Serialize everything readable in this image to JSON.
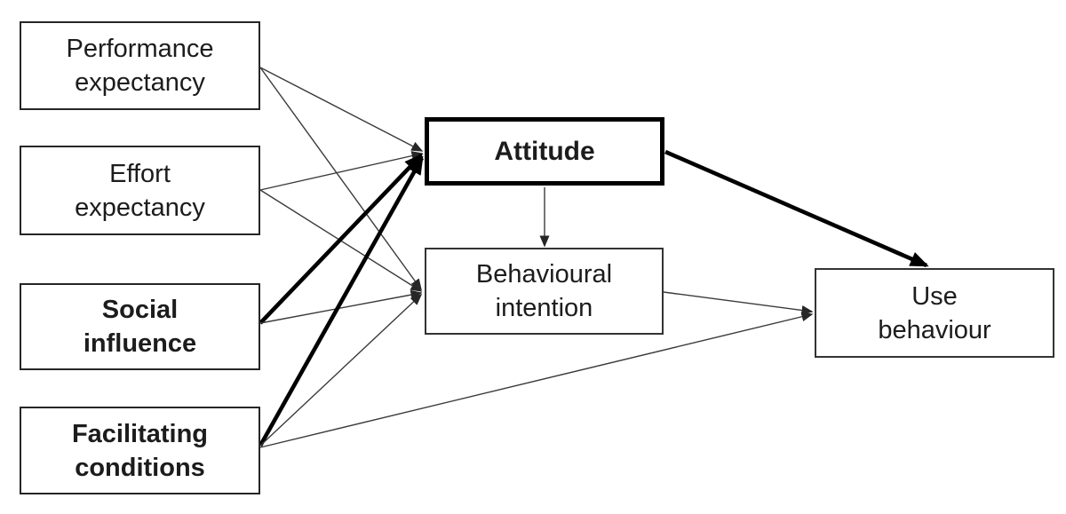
{
  "diagram": {
    "background_color": "#ffffff",
    "thin_line_color": "#3a3a3a",
    "thick_line_color": "#000000",
    "nodes": {
      "performance": {
        "lines": [
          "Performance",
          "expectancy"
        ],
        "bold": false,
        "border": "thin"
      },
      "effort": {
        "lines": [
          "Effort",
          "expectancy"
        ],
        "bold": false,
        "border": "thin"
      },
      "social": {
        "lines": [
          "Social",
          "influence"
        ],
        "bold": true,
        "border": "thin"
      },
      "facilitating": {
        "lines": [
          "Facilitating",
          "conditions"
        ],
        "bold": true,
        "border": "thin"
      },
      "attitude": {
        "lines": [
          "Attitude"
        ],
        "bold": true,
        "border": "thick"
      },
      "behavioural": {
        "lines": [
          "Behavioural",
          "intention"
        ],
        "bold": false,
        "border": "thin"
      },
      "use": {
        "lines": [
          "Use",
          "behaviour"
        ],
        "bold": false,
        "border": "thin"
      }
    },
    "edges": [
      {
        "from": "performance",
        "to": "attitude",
        "weight": "thin"
      },
      {
        "from": "performance",
        "to": "behavioural",
        "weight": "thin"
      },
      {
        "from": "effort",
        "to": "attitude",
        "weight": "thin"
      },
      {
        "from": "effort",
        "to": "behavioural",
        "weight": "thin"
      },
      {
        "from": "social",
        "to": "attitude",
        "weight": "thick"
      },
      {
        "from": "social",
        "to": "behavioural",
        "weight": "thin"
      },
      {
        "from": "facilitating",
        "to": "attitude",
        "weight": "thick"
      },
      {
        "from": "facilitating",
        "to": "behavioural",
        "weight": "thin"
      },
      {
        "from": "facilitating",
        "to": "use",
        "weight": "thin"
      },
      {
        "from": "attitude",
        "to": "behavioural",
        "weight": "thin"
      },
      {
        "from": "attitude",
        "to": "use",
        "weight": "thick"
      },
      {
        "from": "behavioural",
        "to": "use",
        "weight": "thin"
      }
    ]
  }
}
